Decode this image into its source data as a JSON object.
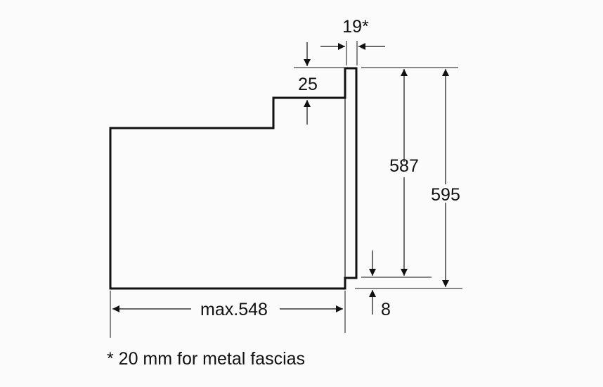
{
  "dimensions": {
    "fascia_width": "19*",
    "top_offset": "25",
    "inner_height": "587",
    "total_height": "595",
    "bottom_offset": "8",
    "max_depth": "max.548"
  },
  "footnote": "* 20 mm for metal fascias",
  "colors": {
    "ink": "#111111",
    "background": "#fbfbfb"
  }
}
